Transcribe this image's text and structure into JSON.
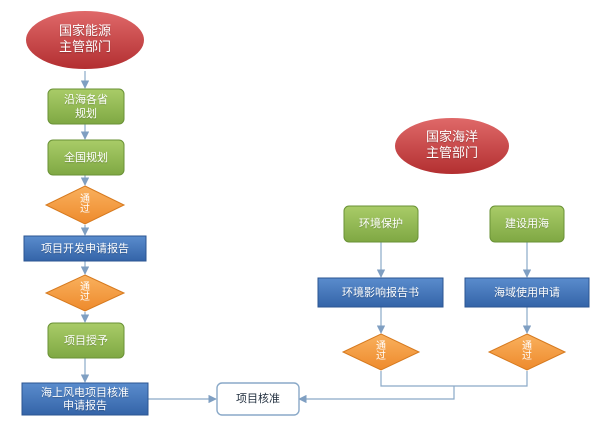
{
  "colors": {
    "oval": "#c8393b",
    "oval_light": "#e06a6a",
    "green": "#8fb84e",
    "green_light": "#a9cc68",
    "green_border": "#6a9236",
    "blue": "#3f72b8",
    "blue_light": "#5a8ccd",
    "blue_border": "#2b5592",
    "diamond": "#f59a3c",
    "diamond_border": "#d67a1f",
    "line": "#8aa9c8"
  },
  "nodes": {
    "energy_authority": "国家能源\n主管部门",
    "ocean_authority": "国家海洋\n主管部门",
    "coastal_planning": "沿海各省\n规划",
    "national_planning": "全国规划",
    "pass_1": "通\n过",
    "project_application": "项目开发申请报告",
    "pass_2": "通\n过",
    "project_grant": "项目授予",
    "wind_application": "海上风电项目核准\n申请报告",
    "project_approval": "项目核准",
    "env_protection": "环境保护",
    "sea_use": "建设用海",
    "env_report": "环境影响报告书",
    "sea_application": "海域使用申请",
    "pass_3": "通\n过",
    "pass_4": "通\n过"
  }
}
